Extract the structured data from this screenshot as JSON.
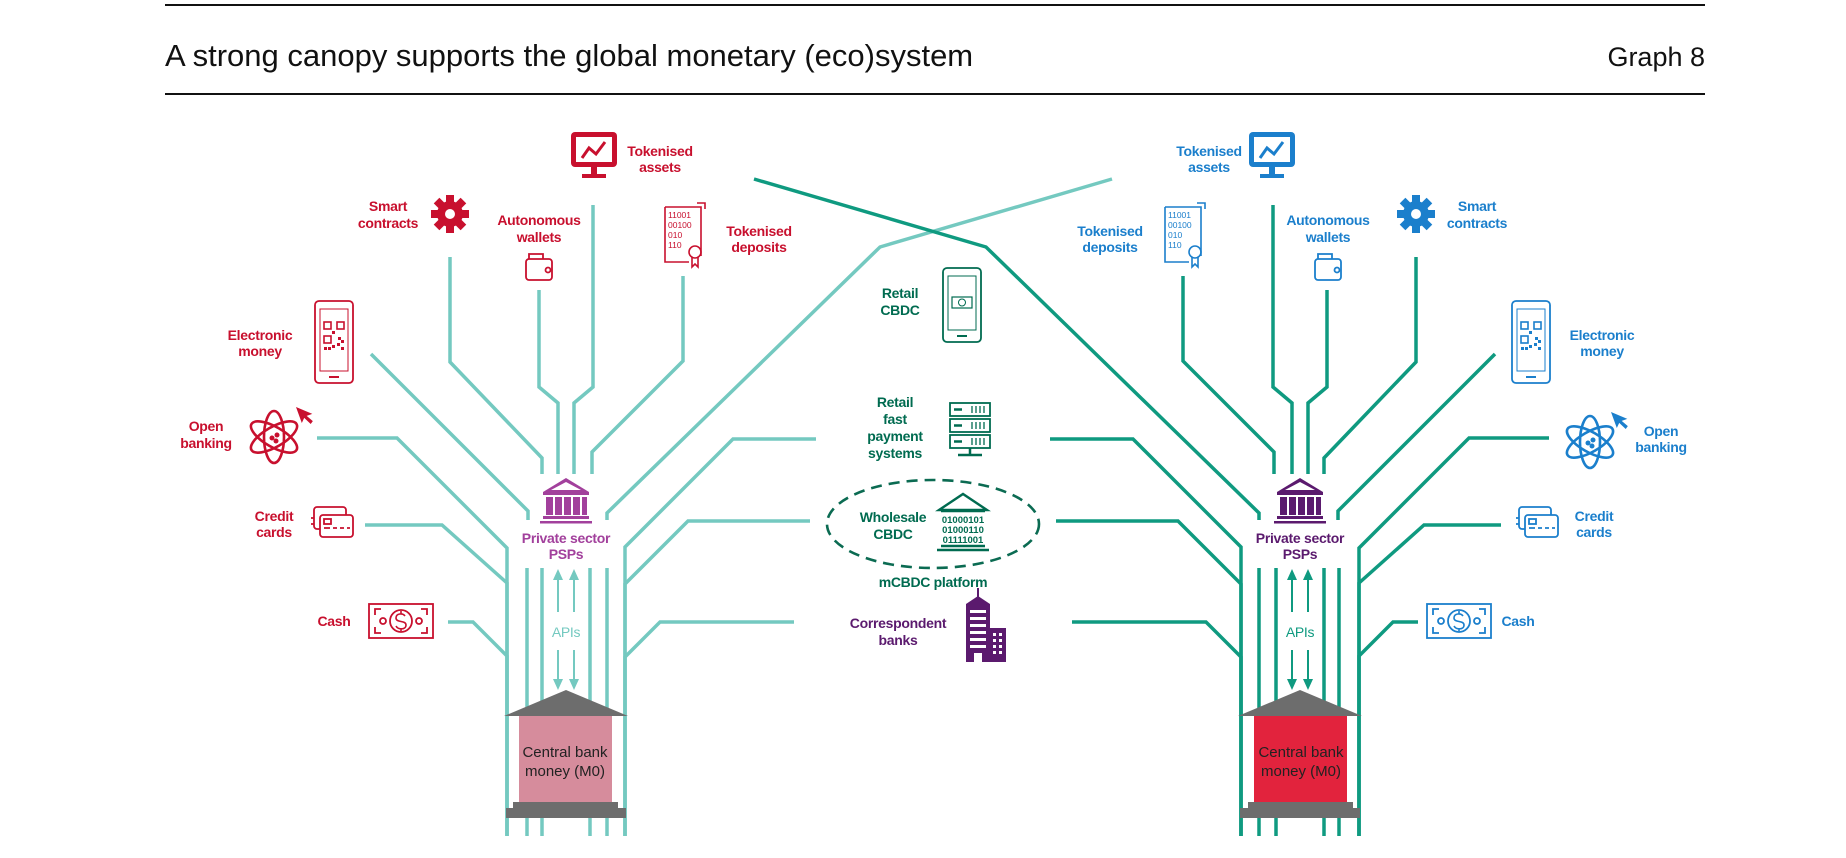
{
  "header": {
    "title": "A strong canopy supports the global monetary (eco)system",
    "graph_label": "Graph 8"
  },
  "colors": {
    "left_system": "#c8102e",
    "right_system": "#1b7fcc",
    "left_lines": "#74c9c0",
    "right_lines": "#0f9a80",
    "psp": "#a2409c",
    "center_green": "#006b50",
    "correspondent": "#5b1a6e",
    "left_central_bank": "#d68c9c",
    "right_central_bank": "#e2233d",
    "building_roof": "#6d6d6d"
  },
  "left": {
    "tokenised_assets": [
      "Tokenised",
      "assets"
    ],
    "smart_contracts": [
      "Smart",
      "contracts"
    ],
    "autonomous_wallets": [
      "Autonomous",
      "wallets"
    ],
    "tokenised_deposits": [
      "Tokenised",
      "deposits"
    ],
    "electronic_money": [
      "Electronic",
      "money"
    ],
    "open_banking": [
      "Open",
      "banking"
    ],
    "credit_cards": [
      "Credit",
      "cards"
    ],
    "cash": "Cash",
    "psps": [
      "Private sector",
      "PSPs"
    ],
    "apis": "APIs",
    "central_bank": [
      "Central bank",
      "money (M0)"
    ],
    "deposit_binary": [
      "11001",
      "00100",
      "010",
      "110"
    ]
  },
  "right": {
    "tokenised_assets": [
      "Tokenised",
      "assets"
    ],
    "smart_contracts": [
      "Smart",
      "contracts"
    ],
    "autonomous_wallets": [
      "Autonomous",
      "wallets"
    ],
    "tokenised_deposits": [
      "Tokenised",
      "deposits"
    ],
    "electronic_money": [
      "Electronic",
      "money"
    ],
    "open_banking": [
      "Open",
      "banking"
    ],
    "credit_cards": [
      "Credit",
      "cards"
    ],
    "cash": "Cash",
    "psps": [
      "Private sector",
      "PSPs"
    ],
    "apis": "APIs",
    "central_bank": [
      "Central bank",
      "money (M0)"
    ],
    "deposit_binary": [
      "11001",
      "00100",
      "010",
      "110"
    ]
  },
  "center": {
    "retail_cbdc": [
      "Retail",
      "CBDC"
    ],
    "retail_fps": [
      "Retail",
      "fast",
      "payment",
      "systems"
    ],
    "wholesale_cbdc": [
      "Wholesale",
      "CBDC"
    ],
    "wholesale_binary": [
      "01000101",
      "01000110",
      "01111001"
    ],
    "mcbdc_platform": "mCBDC platform",
    "correspondent_banks": [
      "Correspondent",
      "banks"
    ]
  },
  "icons": {
    "tokenised_assets": "monitor-chart-icon",
    "smart_contracts": "gear-icon",
    "autonomous_wallets": "wallet-icon",
    "tokenised_deposits": "certificate-document-icon",
    "electronic_money": "phone-qr-icon",
    "open_banking": "atom-icon",
    "credit_cards": "credit-cards-icon",
    "cash": "banknote-icon",
    "psps": "bank-building-icon",
    "retail_cbdc": "phone-banknote-icon",
    "retail_fps": "server-icon",
    "wholesale_cbdc": "bank-binary-icon",
    "correspondent_banks": "skyscraper-icon"
  }
}
